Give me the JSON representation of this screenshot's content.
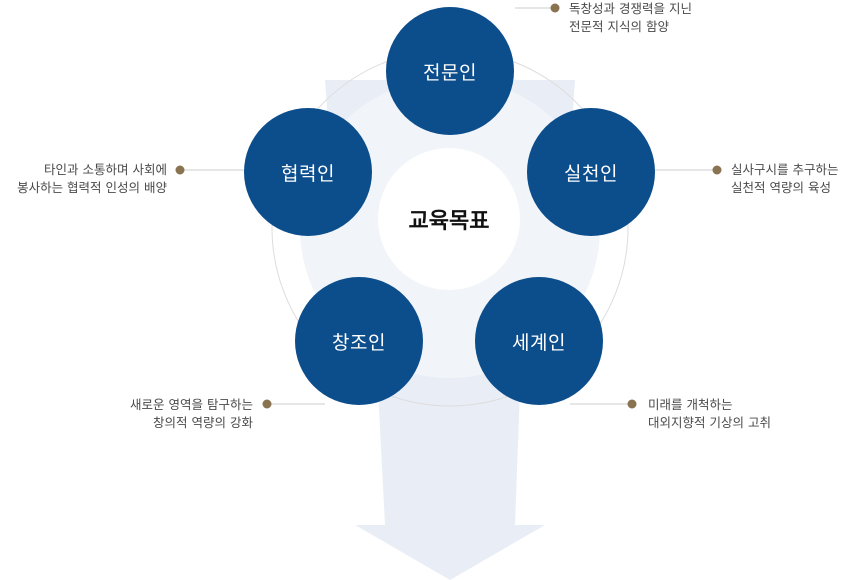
{
  "center_label": "교육목표",
  "nodes": [
    {
      "label": "전문인",
      "note": [
        "독창성과 경쟁력을 지닌",
        "전문적 지식의 함양"
      ]
    },
    {
      "label": "실천인",
      "note": [
        "실사구시를 추구하는",
        "실천적 역량의 육성"
      ]
    },
    {
      "label": "세계인",
      "note": [
        "미래를 개척하는",
        "대외지향적 기상의 고취"
      ]
    },
    {
      "label": "창조인",
      "note": [
        "새로운 영역을 탐구하는",
        "창의적 역량의 강화"
      ]
    },
    {
      "label": "협력인",
      "note": [
        "타인과 소통하며 사회에",
        "봉사하는 협력적 인성의 배양"
      ]
    }
  ],
  "colors": {
    "node": "#0c4d8c",
    "dot": "#8a7350",
    "arrow": "#e9eef6",
    "ring": "#dddddd",
    "connector": "#cccccc"
  }
}
